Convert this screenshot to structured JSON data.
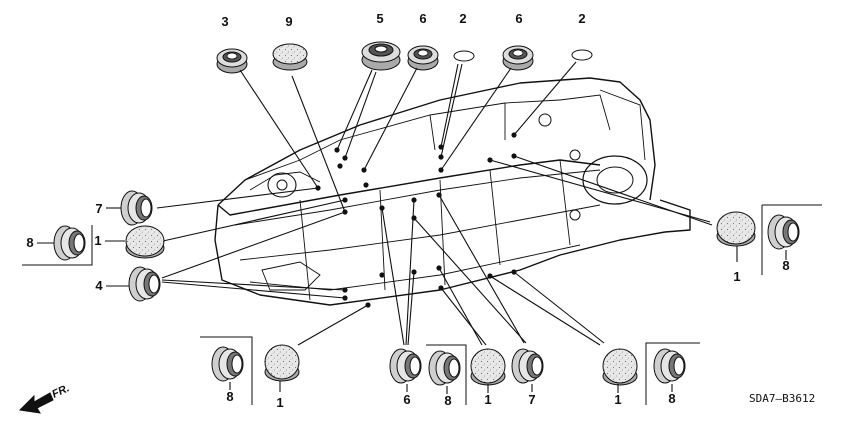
{
  "diagram": {
    "part_numbers": {
      "top_3": "3",
      "top_9": "9",
      "top_5": "5",
      "top_6a": "6",
      "top_2a": "2",
      "top_6b": "6",
      "top_2b": "2",
      "left_7": "7",
      "left_8": "8",
      "left_1": "1",
      "left_4": "4",
      "right_1": "1",
      "right_8": "8",
      "bottom_8a": "8",
      "bottom_1a": "1",
      "bottom_6": "6",
      "bottom_8b": "8",
      "bottom_1b": "1",
      "bottom_7": "7",
      "bottom_1c": "1",
      "bottom_8c": "8"
    },
    "direction_label": "FR.",
    "diagram_code": "SDA7–B3612"
  }
}
